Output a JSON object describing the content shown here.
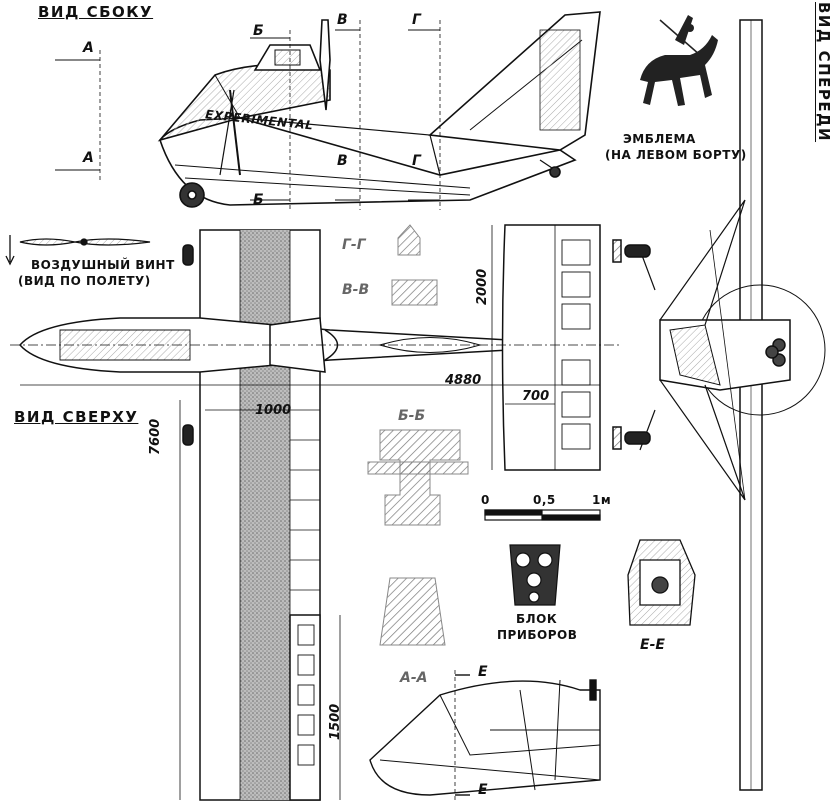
{
  "views": {
    "side_title": "ВИД СБОКУ",
    "top_title": "ВИД СВЕРХУ",
    "front_title": "ВИД СПЕРЕДИ"
  },
  "side": {
    "fuselage_text": "EXPERIMENTAL",
    "emblem_line1": "ЭМБЛЕМА",
    "emblem_line2": "(НА ЛЕВОМ БОРТУ)"
  },
  "section_marks": {
    "a": "А",
    "b": "Б",
    "v": "В",
    "g": "Г",
    "e": "Е"
  },
  "sections": {
    "gg": "Г-Г",
    "vv": "В-В",
    "bb": "Б-Б",
    "aa": "А-А",
    "ee": "Е-Е"
  },
  "propeller": {
    "line1": "ВОЗДУШНЫЙ ВИНТ",
    "line2": "(ВИД ПО ПОЛЕТУ)"
  },
  "dimensions": {
    "length": "4880",
    "span": "7600",
    "chord": "1000",
    "aileron": "1500",
    "tail_span": "2000",
    "elevator": "700"
  },
  "scale": {
    "zero": "0",
    "half": "0,5",
    "one": "1м"
  },
  "instruments": {
    "line1": "БЛОК",
    "line2": "ПРИБОРОВ"
  }
}
